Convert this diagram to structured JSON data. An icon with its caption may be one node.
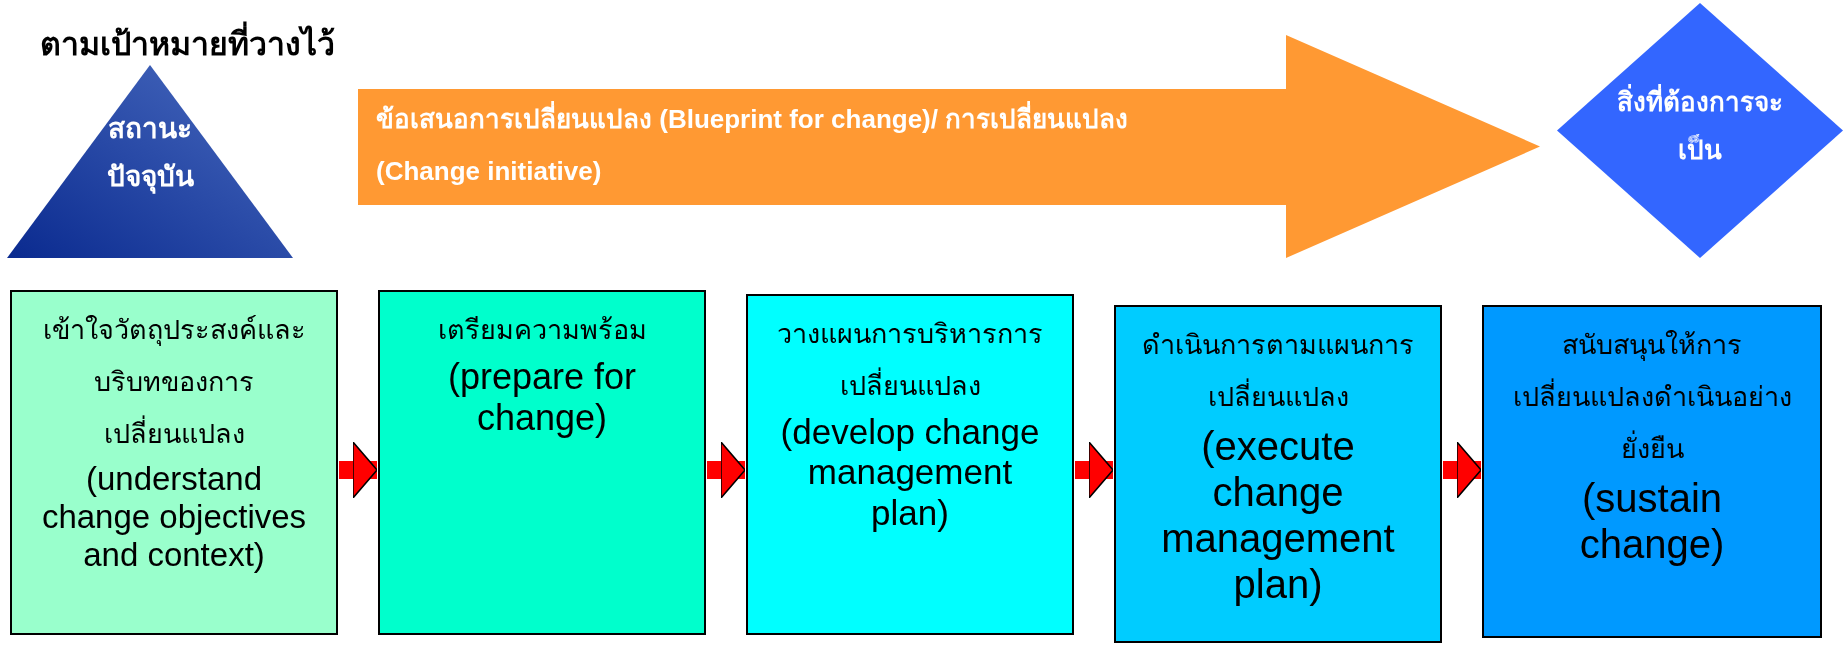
{
  "diagram": {
    "nodes": [
      {
        "text": [
          "สถานะปัจจุบัน"
        ]
      },
      {
        "text": [
          "ข้อเสนอการเปลี่ยนแปลง (Blueprint for change)/ การเปลี่ยนแปลง (Change initiative)"
        ]
      },
      {
        "text": [
          "สิ่งที่ต้องการจะเป็น"
        ]
      },
      {
        "text": [
          "เข้าใจวัตถุประสงค์และบริบทของการเปลี่ยนแปลง",
          "(understand change objectives and context)"
        ]
      },
      {
        "text": [
          "เตรียมความพร้อม",
          "(prepare for change)"
        ]
      },
      {
        "text": [
          "วางแผนการบริหารการเปลี่ยนแปลง",
          "(develop change management plan)"
        ]
      },
      {
        "text": [
          "ดำเนินการตามแผนการเปลี่ยนแปลง",
          "(execute change management plan)"
        ]
      },
      {
        "text": [
          "สนับสนุนให้การเปลี่ยนแปลงดำเนินอย่างยั่งยืน",
          "(sustain change)"
        ]
      }
    ],
    "edges": [
      {
        "from": 3,
        "to": 4,
        "arrow": "to"
      },
      {
        "from": 4,
        "to": 5,
        "arrow": "to"
      },
      {
        "from": 5,
        "to": 6,
        "arrow": "to"
      },
      {
        "from": 6,
        "to": 7,
        "arrow": "to"
      }
    ],
    "labels": [
      "ตามเป้าหมายที่วางไว้"
    ]
  }
}
